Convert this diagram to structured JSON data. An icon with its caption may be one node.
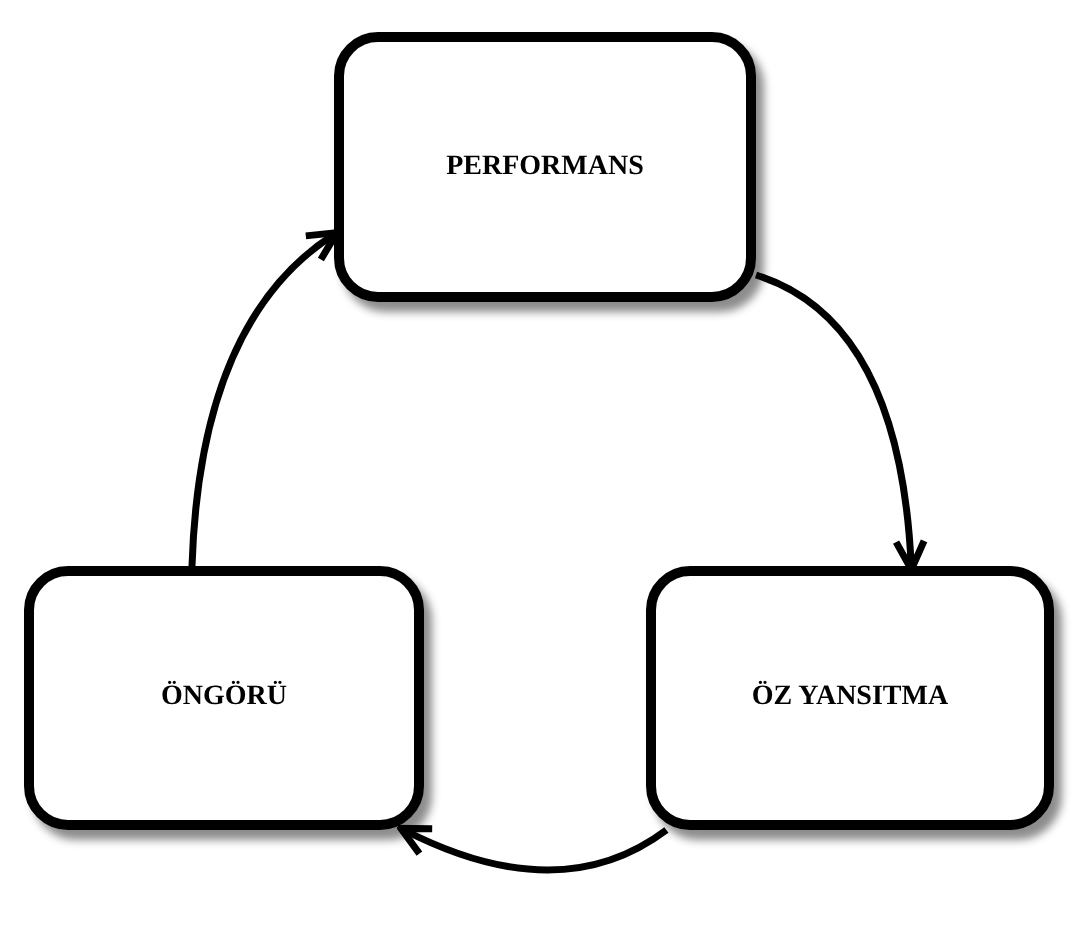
{
  "diagram": {
    "nodes": [
      {
        "text": [
          "PERFORMANS"
        ]
      },
      {
        "text": [
          "ÖZ YANSITMA"
        ]
      },
      {
        "text": [
          "ÖNGÖRÜ"
        ]
      }
    ],
    "edges": [
      {
        "from": 0,
        "to": 1,
        "arrow": "to"
      },
      {
        "from": 1,
        "to": 2,
        "arrow": "to"
      },
      {
        "from": 2,
        "to": 0,
        "arrow": "to"
      }
    ]
  }
}
